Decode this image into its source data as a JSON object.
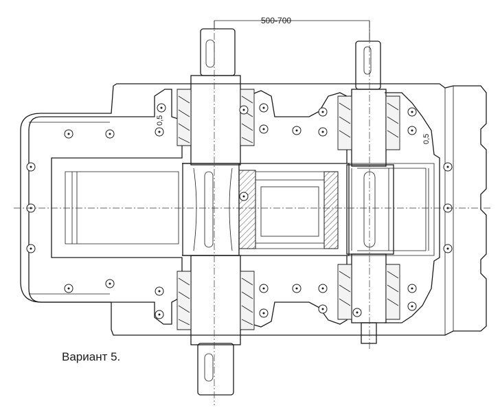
{
  "dimension_label": "500-700",
  "side_label_left": "0,5",
  "side_label_right": "0,5",
  "caption": "Вариант 5.",
  "line_color": "#1a1a1a",
  "background_color": "#ffffff"
}
